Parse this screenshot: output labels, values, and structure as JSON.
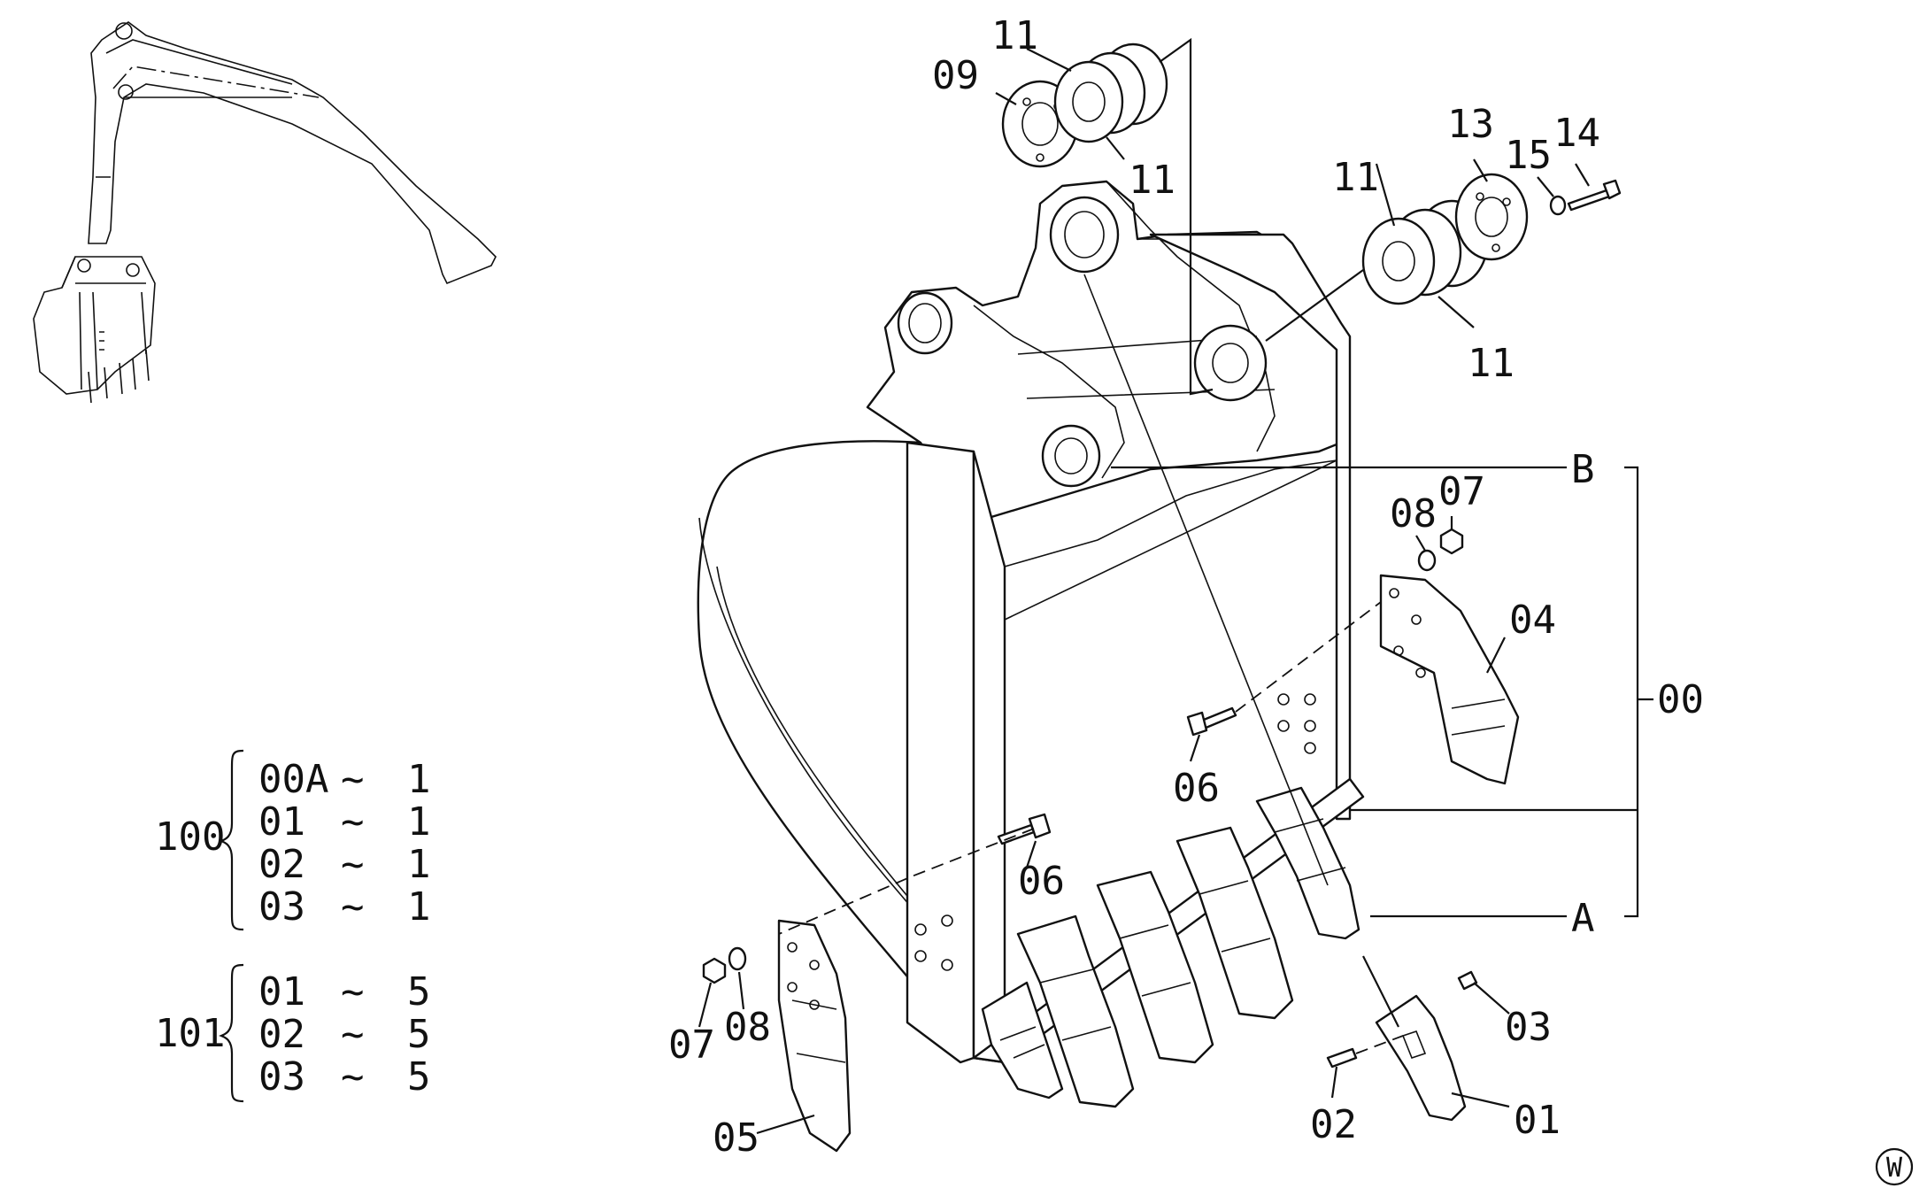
{
  "callouts": {
    "p00": "00",
    "p01": "01",
    "p02": "02",
    "p03": "03",
    "p04": "04",
    "p05": "05",
    "p06a": "06",
    "p06b": "06",
    "p07a": "07",
    "p07b": "07",
    "p08a": "08",
    "p08b": "08",
    "p09": "09",
    "p11a": "11",
    "p11b": "11",
    "p11c": "11",
    "p11d": "11",
    "p13": "13",
    "p14": "14",
    "p15": "15",
    "pA": "A",
    "pB": "B"
  },
  "kits": [
    {
      "id": "100",
      "rows": [
        {
          "part": "00A",
          "sym": "~",
          "qty": "1"
        },
        {
          "part": "01",
          "sym": "~",
          "qty": "1"
        },
        {
          "part": "02",
          "sym": "~",
          "qty": "1"
        },
        {
          "part": "03",
          "sym": "~",
          "qty": "1"
        }
      ]
    },
    {
      "id": "101",
      "rows": [
        {
          "part": "01",
          "sym": "~",
          "qty": "5"
        },
        {
          "part": "02",
          "sym": "~",
          "qty": "5"
        },
        {
          "part": "03",
          "sym": "~",
          "qty": "5"
        }
      ]
    }
  ],
  "corner_mark": "W"
}
